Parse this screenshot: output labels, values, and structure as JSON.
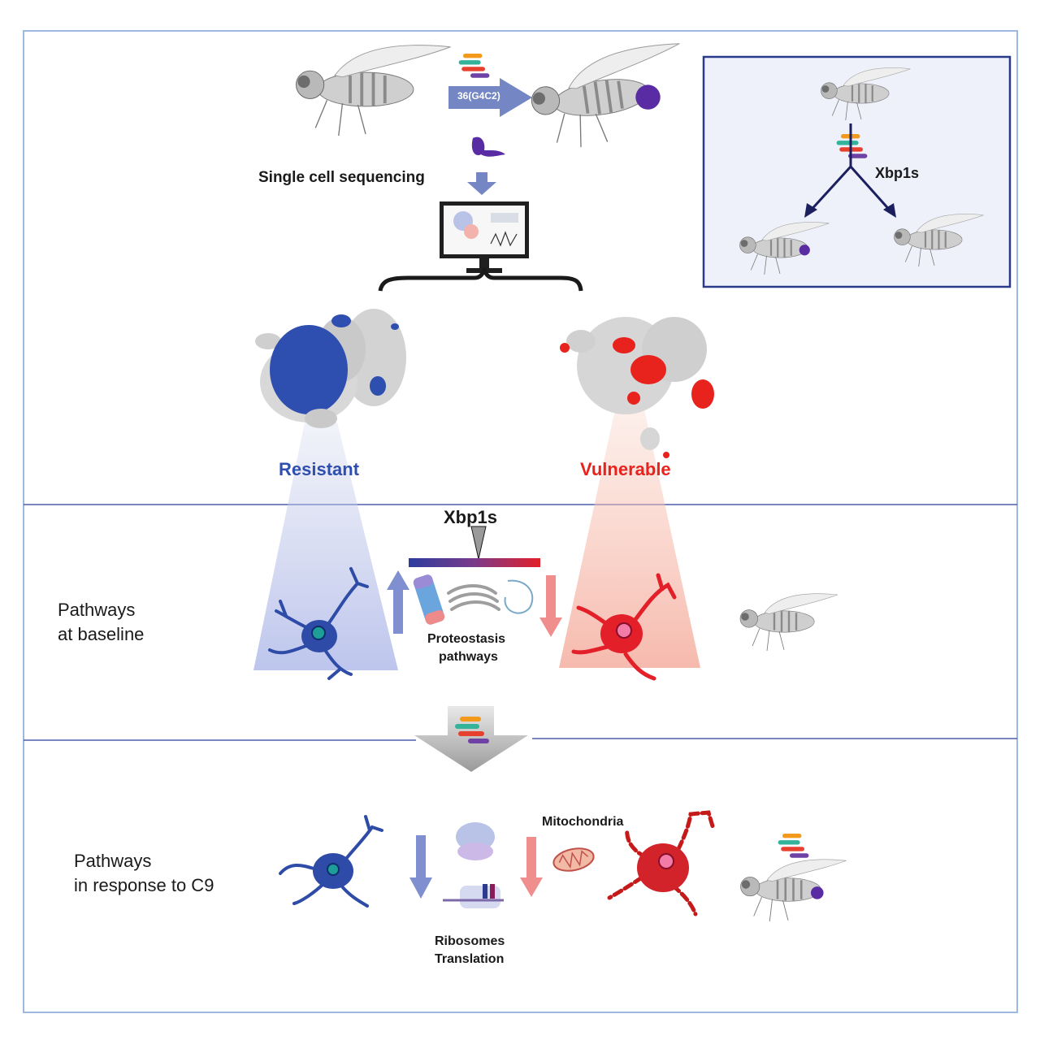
{
  "top": {
    "construct_label": "36(G4C2)",
    "sequencing_label": "Single cell sequencing",
    "inset_label": "Xbp1s"
  },
  "clusters": {
    "resistant_label": "Resistant",
    "vulnerable_label": "Vulnerable",
    "resistant_color": "#2f4fb0",
    "vulnerable_color": "#e8221d"
  },
  "baseline": {
    "row_label_line1": "Pathways",
    "row_label_line2": "at baseline",
    "gradient_label": "Xbp1s",
    "pathway_line1": "Proteostasis",
    "pathway_line2": "pathways"
  },
  "response": {
    "row_label_line1": "Pathways",
    "row_label_line2": "in response to C9",
    "mito_label": "Mitochondria",
    "ribo_line1": "Ribosomes",
    "ribo_line2": "Translation"
  }
}
